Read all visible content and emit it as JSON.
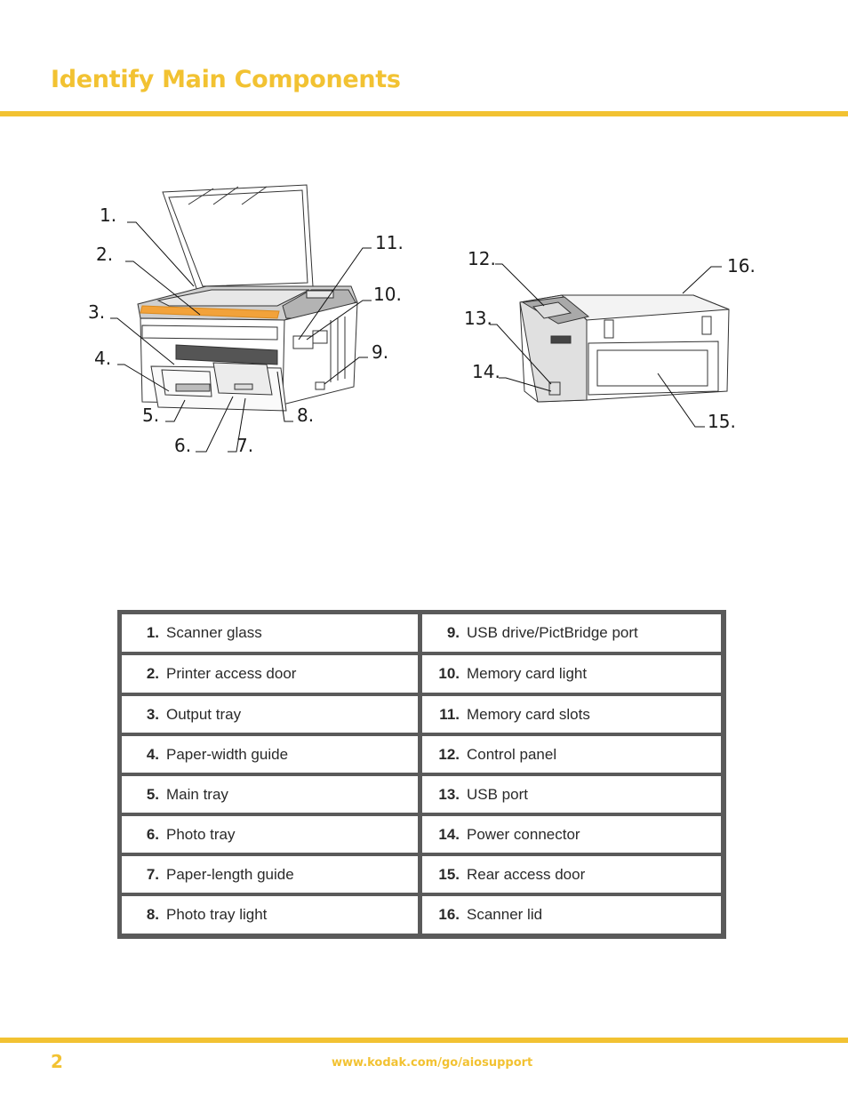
{
  "page": {
    "title": "Identify Main Components",
    "page_number": "2",
    "footer_url": "www.kodak.com/go/aiosupport",
    "accent_color": "#f2c232"
  },
  "callouts": [
    "1.",
    "2.",
    "3.",
    "4.",
    "5.",
    "6.",
    "7.",
    "8.",
    "9.",
    "10.",
    "11.",
    "12.",
    "13.",
    "14.",
    "15.",
    "16."
  ],
  "components": [
    {
      "num": "1.",
      "label": "Scanner glass"
    },
    {
      "num": "2.",
      "label": "Printer access door"
    },
    {
      "num": "3.",
      "label": "Output tray"
    },
    {
      "num": "4.",
      "label": "Paper-width guide"
    },
    {
      "num": "5.",
      "label": "Main tray"
    },
    {
      "num": "6.",
      "label": "Photo tray"
    },
    {
      "num": "7.",
      "label": "Paper-length guide"
    },
    {
      "num": "8.",
      "label": "Photo tray light"
    },
    {
      "num": "9.",
      "label": "USB drive/PictBridge port"
    },
    {
      "num": "10.",
      "label": "Memory card light"
    },
    {
      "num": "11.",
      "label": "Memory card slots"
    },
    {
      "num": "12.",
      "label": "Control panel"
    },
    {
      "num": "13.",
      "label": "USB port"
    },
    {
      "num": "14.",
      "label": "Power connector"
    },
    {
      "num": "15.",
      "label": "Rear access door"
    },
    {
      "num": "16.",
      "label": "Scanner lid"
    }
  ]
}
